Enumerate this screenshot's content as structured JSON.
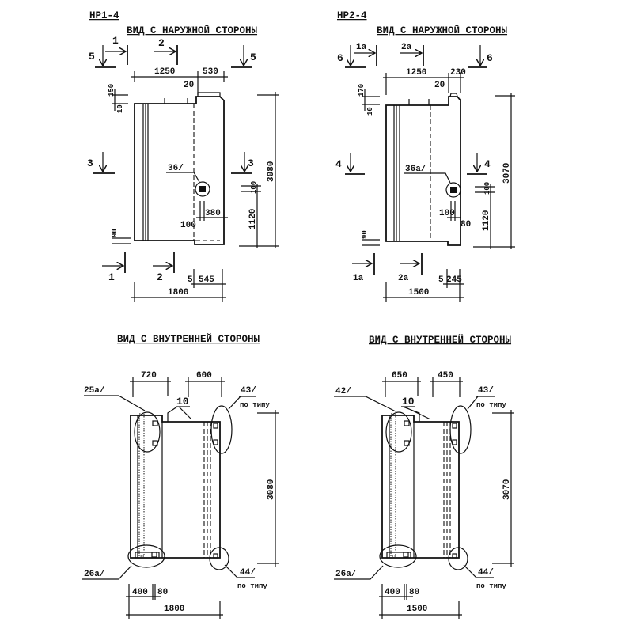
{
  "outer_left": {
    "mark": "НР1-4",
    "title": "ВИД С НАРУЖНОЙ СТОРОНЫ",
    "sections": {
      "s5": "5",
      "s1": "1",
      "s2": "2",
      "s3": "3"
    },
    "dims": {
      "d1250": "1250",
      "d530": "530",
      "d20": "20",
      "d150": "150",
      "d10": "10",
      "d3080": "3080",
      "d1120": "1120",
      "d100a": "100",
      "d380": "380",
      "d100b": "100",
      "d90": "90",
      "d5": "5",
      "d545": "545",
      "d1800": "1800"
    },
    "callout": "36/"
  },
  "outer_right": {
    "mark": "НР2-4",
    "title": "ВИД С НАРУЖНОЙ СТОРОНЫ",
    "sections": {
      "s6": "6",
      "s1": "1а",
      "s2": "2а",
      "s4": "4"
    },
    "dims": {
      "d1250": "1250",
      "d230": "230",
      "d20": "20",
      "d170": "170",
      "d10": "10",
      "d3070": "3070",
      "d1120": "1120",
      "d100a": "100",
      "d80": "80",
      "d100b": "100",
      "d90": "90",
      "d5": "5",
      "d245": "245",
      "d1500": "1500"
    },
    "callout": "36а/"
  },
  "inner_left": {
    "title": "ВИД С ВНУТРЕННЕЙ СТОРОНЫ",
    "dims": {
      "d720": "720",
      "d600": "600",
      "d10": "10",
      "d3080": "3080",
      "d400": "400",
      "d80": "80",
      "d1800": "1800"
    },
    "callouts": {
      "c_top_left": "25а/",
      "c_top_right": "43/",
      "c_bottom_left": "26а/",
      "c_bottom_right": "44/",
      "by_type": "по типу"
    }
  },
  "inner_right": {
    "title": "ВИД С ВНУТРЕННЕЙ СТОРОНЫ",
    "dims": {
      "d650": "650",
      "d450": "450",
      "d10": "10",
      "d3070": "3070",
      "d400": "400",
      "d80": "80",
      "d1500": "1500"
    },
    "callouts": {
      "c_top_left": "42/",
      "c_top_right": "43/",
      "c_bottom_left": "26а/",
      "c_bottom_right": "44/",
      "by_type": "по типу"
    }
  }
}
